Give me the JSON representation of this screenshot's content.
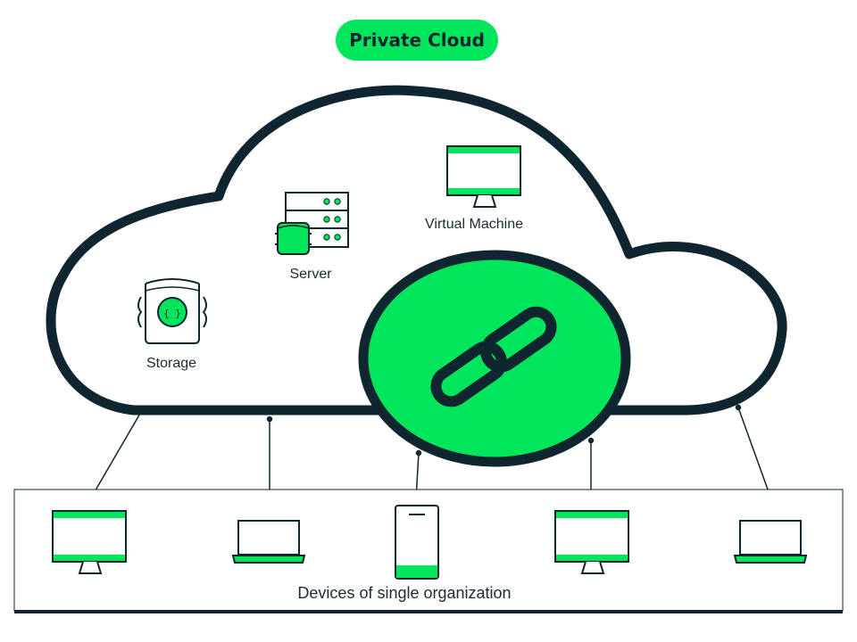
{
  "title": "Private Cloud",
  "labels": {
    "storage": "Storage",
    "server": "Server",
    "virtual_machine": "Virtual Machine",
    "devices": "Devices of single organization"
  },
  "storage_glyph": "{ }",
  "icons": {
    "cloud": "cloud-icon",
    "link": "chain-link-icon",
    "storage": "storage-bucket-icon",
    "server": "server-rack-icon",
    "vm": "monitor-icon",
    "devices": [
      "monitor-icon",
      "laptop-icon",
      "smartphone-icon",
      "monitor-icon",
      "laptop-icon"
    ]
  },
  "colors": {
    "accent": "#00e65c",
    "outline": "#0f2530",
    "text": "#1b2b33",
    "background": "#ffffff"
  }
}
